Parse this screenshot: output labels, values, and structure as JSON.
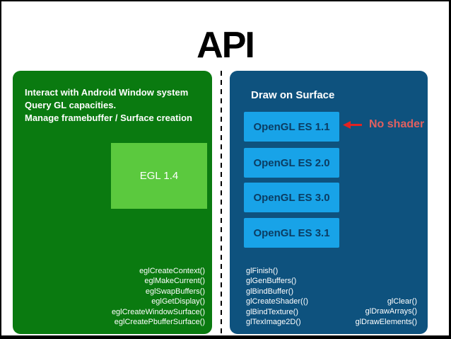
{
  "title": "API",
  "left_panel": {
    "description_lines": [
      "Interact with Android Window system",
      "Query GL capacities.",
      "Manage framebuffer / Surface creation"
    ],
    "box_label": "EGL 1.4",
    "functions": [
      "eglCreateContext()",
      "eglMakeCurrent()",
      "eglSwapBuffers()",
      "eglGetDisplay()",
      "eglCreateWindowSurface()",
      "eglCreatePbufferSurface()"
    ]
  },
  "right_panel": {
    "header": "Draw on Surface",
    "boxes": [
      "OpenGL ES 1.1",
      "OpenGL ES 2.0",
      "OpenGL ES 3.0",
      "OpenGL ES 3.1"
    ],
    "annotation": {
      "icon": "left-arrow",
      "label": "No shader"
    },
    "functions_left": [
      "glFinish()",
      "glGenBuffers()",
      "glBindBuffer()",
      "glCreateShader(()",
      "glBindTexture()",
      "glTexImage2D()"
    ],
    "functions_right": [
      "glClear()",
      "glDrawArrays()",
      "glDrawElements()"
    ]
  },
  "colors": {
    "panel_green": "#0a7a10",
    "box_light_green": "#5bc93e",
    "panel_blue": "#0e527e",
    "box_light_blue": "#18a3e8",
    "box_blue_text": "#0b3d63",
    "annotation_text_red": "#e06060",
    "arrow_red": "#e42222",
    "divider_black": "#000000"
  }
}
